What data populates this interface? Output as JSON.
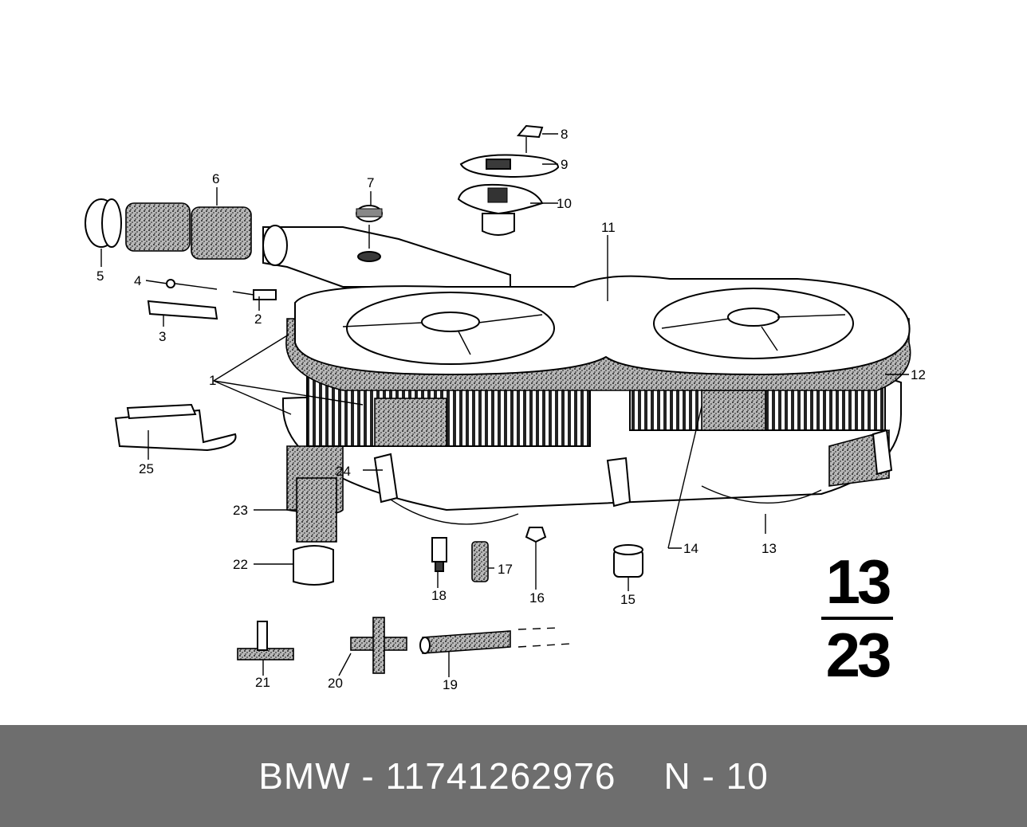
{
  "diagram": {
    "callouts": [
      "1",
      "2",
      "3",
      "4",
      "5",
      "6",
      "7",
      "8",
      "9",
      "10",
      "11",
      "12",
      "13",
      "14",
      "15",
      "16",
      "17",
      "18",
      "19",
      "20",
      "21",
      "22",
      "23",
      "24",
      "25"
    ],
    "group_code": {
      "top": "13",
      "bottom": "23"
    }
  },
  "footer": {
    "brand": "BMW",
    "separator": "-",
    "part_number": "11741262976",
    "suffix": "N - 10"
  }
}
